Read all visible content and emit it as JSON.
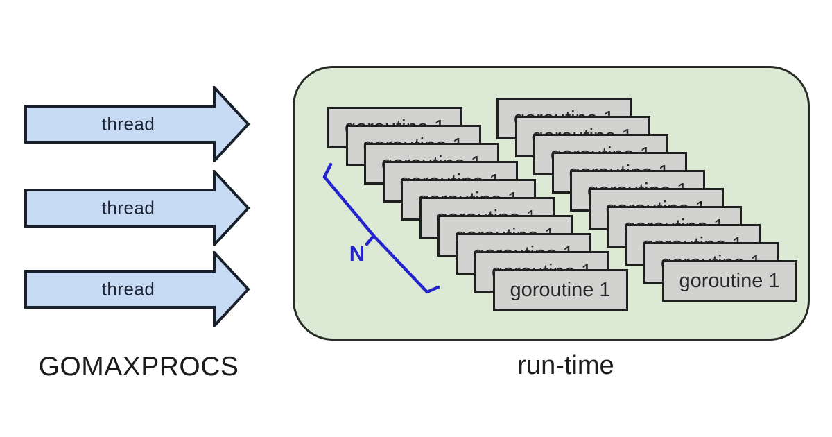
{
  "left_panel": {
    "title": "GOMAXPROCS",
    "threads": {
      "count": 3,
      "label": "thread"
    }
  },
  "runtime_panel": {
    "title": "run-time",
    "goroutine_label": "goroutine 1",
    "stacks": [
      {
        "count": 10
      },
      {
        "count": 10
      }
    ],
    "bracket_label": "N"
  },
  "colors": {
    "background": "#ffffff",
    "arrow_fill": "#c7daf4",
    "arrow_border": "#18202c",
    "runtime_fill": "#dce9d4",
    "runtime_border": "#272b26",
    "goroutine_box_fill": "#d2d2d0",
    "goroutine_box_border": "#1f1f1f",
    "bracket_blue": "#2424cc",
    "text_dark": "#1c1c1c"
  }
}
